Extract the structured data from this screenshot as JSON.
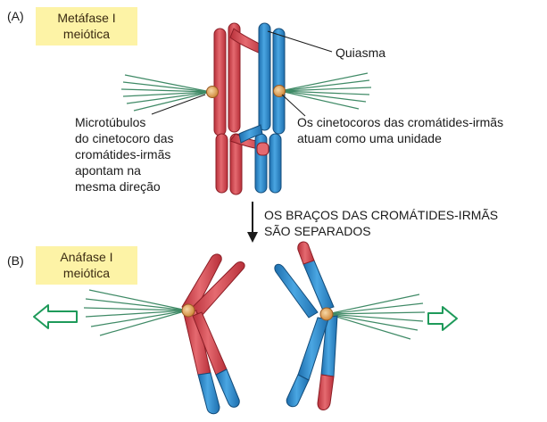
{
  "panel_a": {
    "letter": "(A)",
    "stage_title_line1": "Metáfase I",
    "stage_title_line2": "meiótica",
    "chiasma_label": "Quiasma",
    "left_note": [
      "Microtúbulos",
      "do cinetocoro das",
      "cromátides-irmãs",
      "apontam na",
      "mesma direção"
    ],
    "right_note": [
      "Os cinetocoros das cromátides-irmãs",
      "atuam como uma unidade"
    ]
  },
  "transition": {
    "line1": "OS BRAÇOS DAS CROMÁTIDES-IRMÃS",
    "line2": "SÃO SEPARADOS"
  },
  "panel_b": {
    "letter": "(B)",
    "stage_title_line1": "Anáfase I",
    "stage_title_line2": "meiótica"
  },
  "colors": {
    "red_chromosome": "#d6474f",
    "blue_chromosome": "#2a8ccf",
    "kinetochore": "#e8b06a",
    "microtubule": "#3f8a66",
    "arrow_outline": "#1e9a5a",
    "stage_box": "#fdf3a6"
  }
}
